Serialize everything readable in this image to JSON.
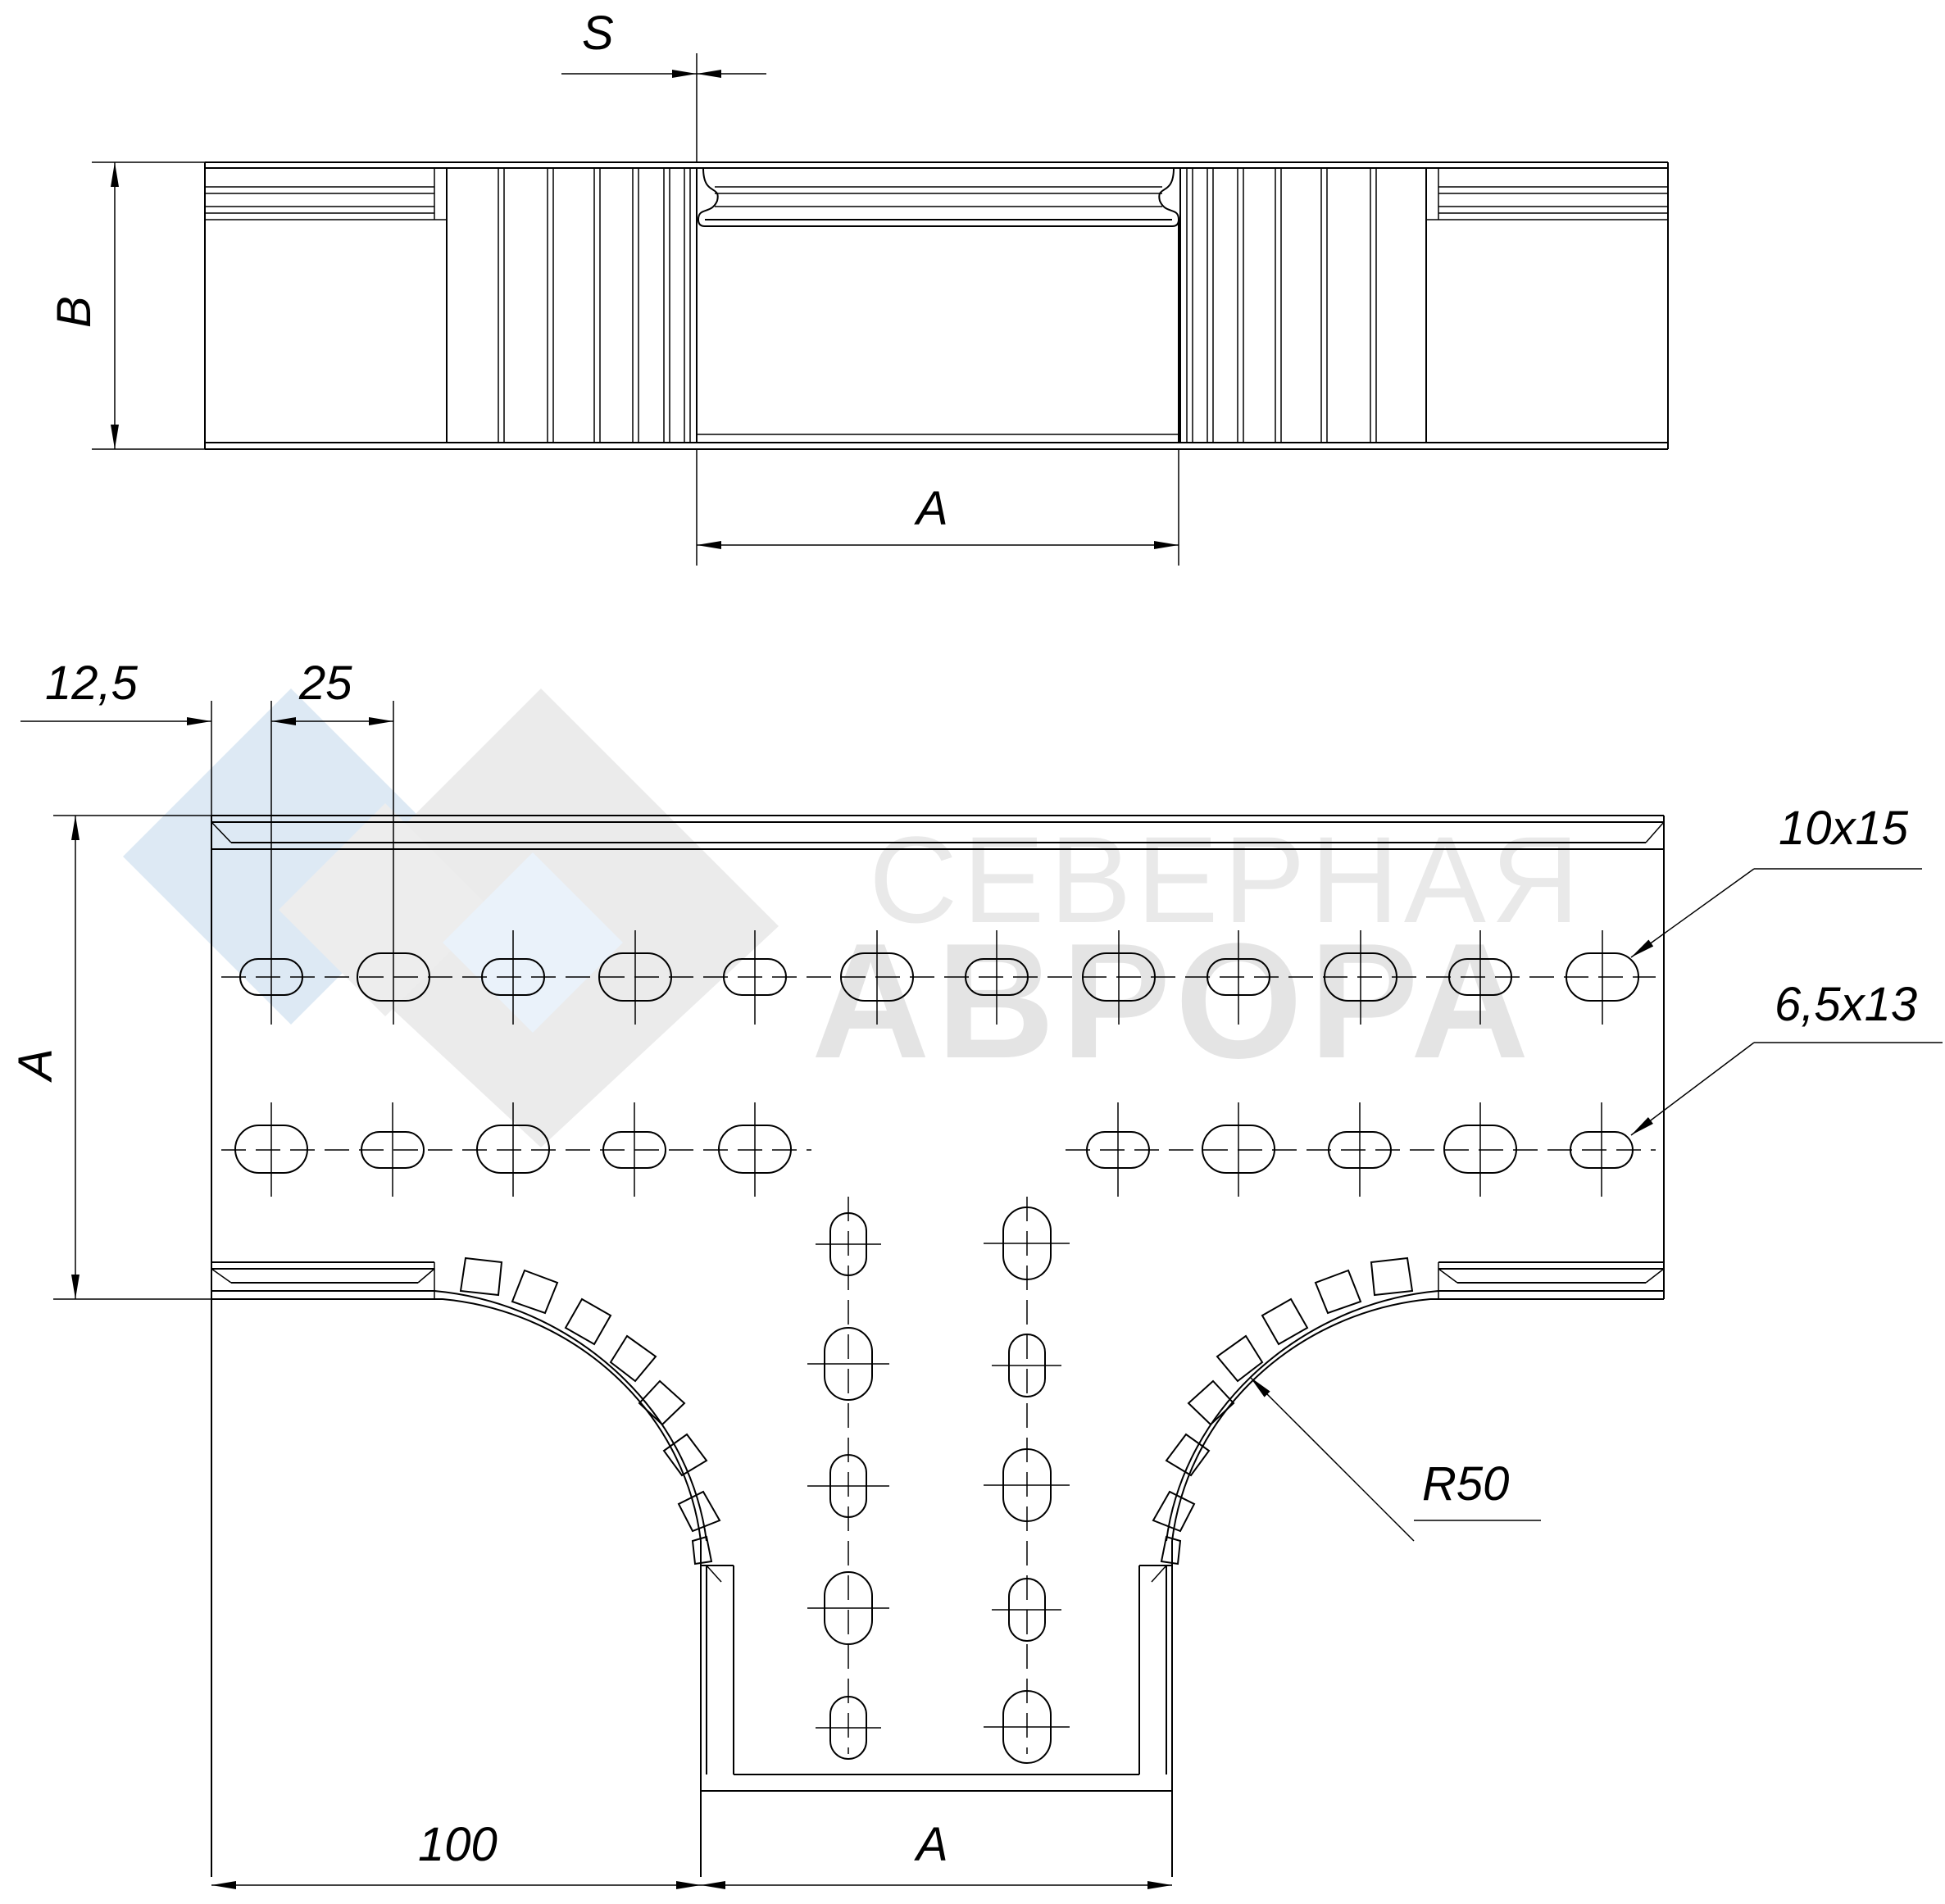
{
  "watermark": {
    "line1": "СЕВЕРНАЯ",
    "line2": "АВРОРА",
    "diamond_colors": [
      "#dde9f4",
      "#ebebeb",
      "#eaf2fa"
    ]
  },
  "dimensions": {
    "s": "S",
    "b": "B",
    "a_side_view": "A",
    "offset_12_5": "12,5",
    "pitch_25": "25",
    "a_height": "A",
    "slot_large": "10x15",
    "slot_small": "6,5x13",
    "radius": "R50",
    "length_100": "100",
    "a_branch": "A"
  }
}
